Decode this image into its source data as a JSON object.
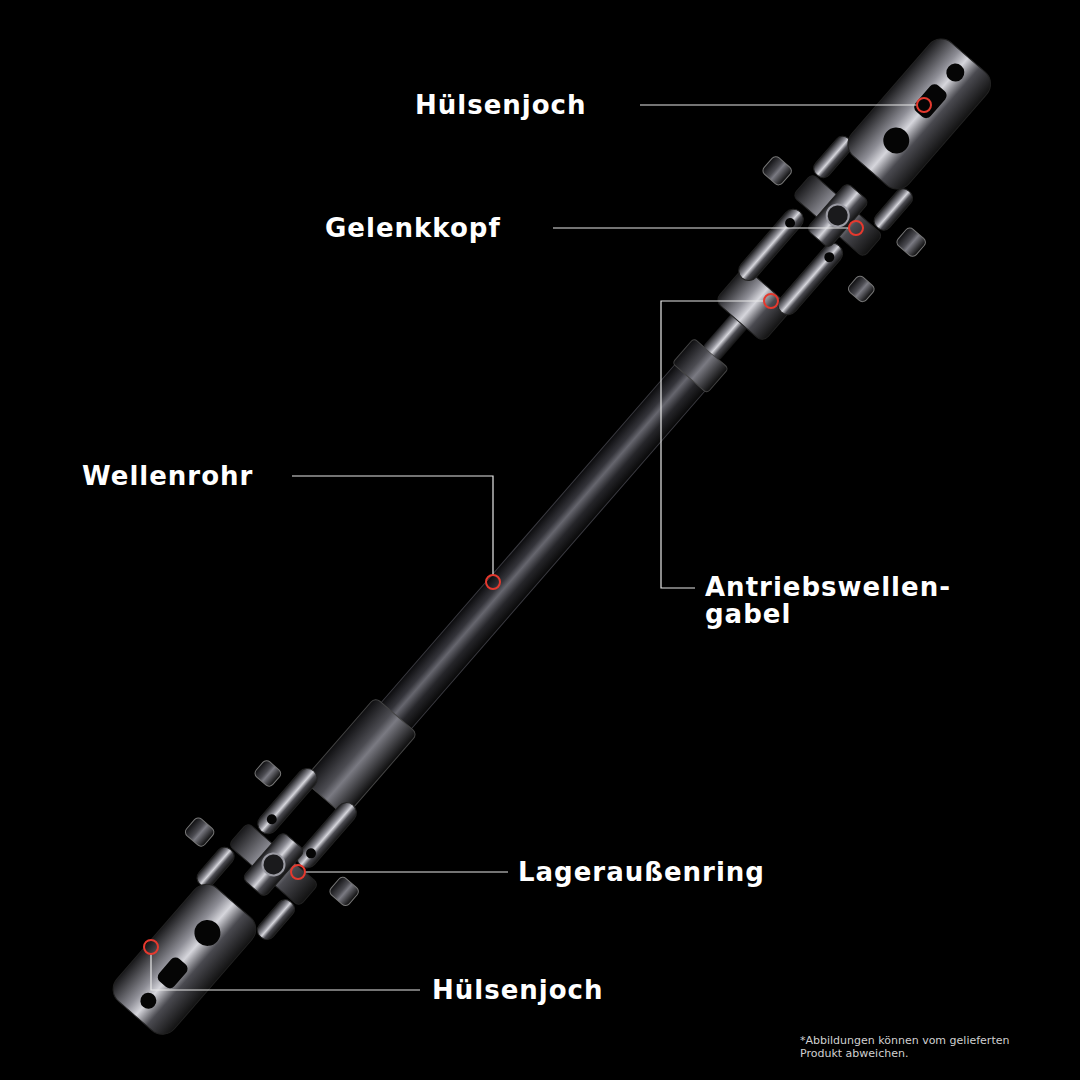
{
  "diagram": {
    "labels": [
      "Hülsenjoch",
      "Gelenkkopf",
      "Wellenrohr",
      "Antriebswellen- gabel",
      "Lageraußenring",
      "Hülsenjoch",
      "*Abbildungen können vom gelieferten Produkt abweichen."
    ]
  }
}
